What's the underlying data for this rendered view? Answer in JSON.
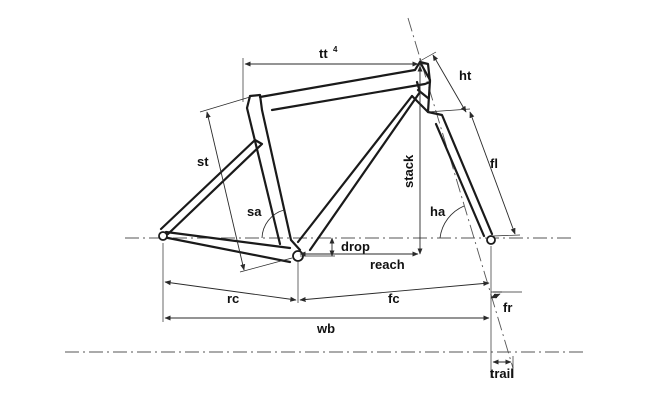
{
  "diagram": {
    "labels": {
      "tt": "tt",
      "tt_superscript": "4",
      "ht": "ht",
      "st": "st",
      "stack": "stack",
      "fl": "fl",
      "sa": "sa",
      "ha": "ha",
      "drop": "drop",
      "reach": "reach",
      "rc": "rc",
      "fc": "fc",
      "fr": "fr",
      "wb": "wb",
      "trail": "trail"
    }
  }
}
